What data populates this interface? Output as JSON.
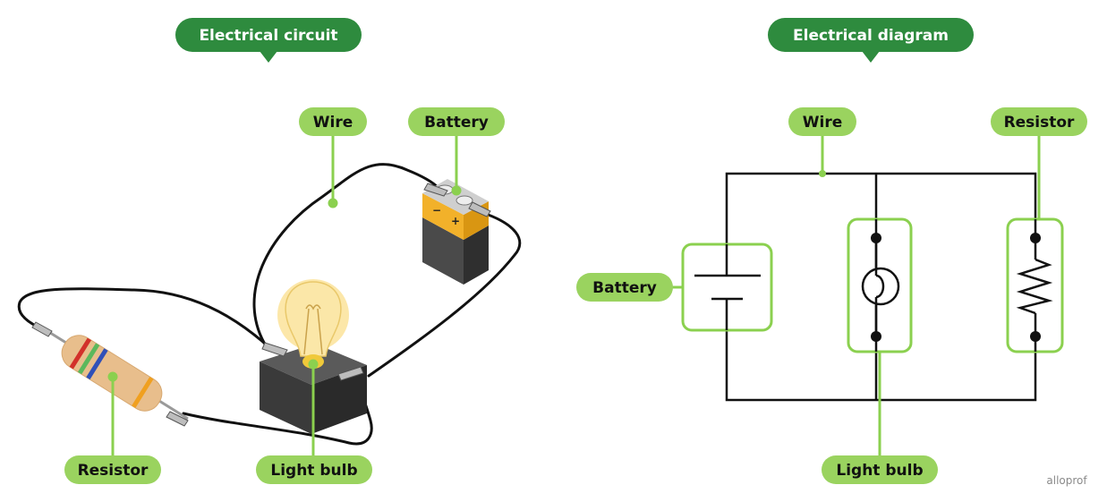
{
  "titles": {
    "left": "Electrical circuit",
    "right": "Electrical diagram"
  },
  "circuit_labels": {
    "wire": "Wire",
    "battery": "Battery",
    "resistor": "Resistor",
    "light_bulb": "Light bulb"
  },
  "battery_terminals": {
    "negative": "−",
    "positive": "+"
  },
  "diagram_labels": {
    "wire": "Wire",
    "resistor": "Resistor",
    "battery": "Battery",
    "light_bulb": "Light bulb"
  },
  "logo": "alloprof",
  "colors": {
    "title_pill": "#2e8b3e",
    "label_pill": "#9ad35f",
    "leader_line": "#8bd04f",
    "wire": "#111111",
    "battery_top": "#f2b12a",
    "battery_body": "#3f3f3f",
    "resistor_body": "#e8be8c",
    "bulb_glow": "#fbe39a"
  }
}
